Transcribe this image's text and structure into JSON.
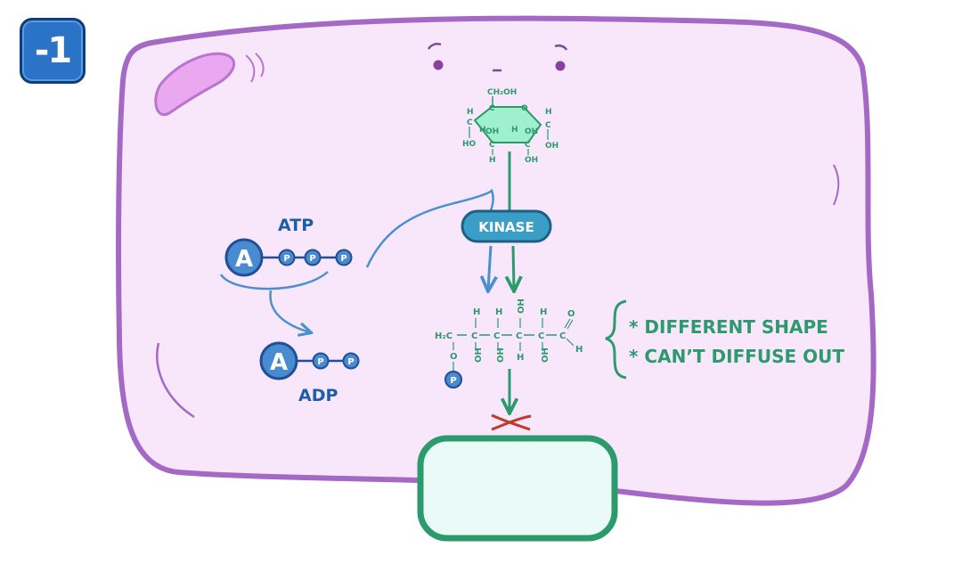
{
  "badge": {
    "label": "-1"
  },
  "atp": {
    "label": "ATP",
    "adenosine": "A",
    "phosphate": "P"
  },
  "adp": {
    "label": "ADP",
    "adenosine": "A",
    "phosphate": "P"
  },
  "enzyme": {
    "label": "KINASE"
  },
  "glucose_ring": {
    "top_group": "CH₂OH",
    "atoms": {
      "h": "H",
      "c": "C",
      "o": "O",
      "oh": "OH",
      "ho": "HO"
    }
  },
  "g6p_chain": {
    "h2c": "H₂C",
    "c": "C",
    "h": "H",
    "o": "O",
    "oh": "OH",
    "p": "P"
  },
  "notes": [
    "* DIFFERENT SHAPE",
    "* CAN’T DIFFUSE OUT"
  ],
  "colors": {
    "cell_fill": "#f8e7fb",
    "cell_border": "#a469c5",
    "blue": "#2f75c5",
    "teal": "#2b9a6c",
    "enzyme": "#3a9ec7",
    "glucose_fill": "#9ff0cc",
    "block_x": "#c0392b",
    "nucleus_fill": "#e9faf7",
    "nucleus_border": "#2b9a6c"
  },
  "icons": [
    "minus-one-badge",
    "cross-mark-icon"
  ]
}
